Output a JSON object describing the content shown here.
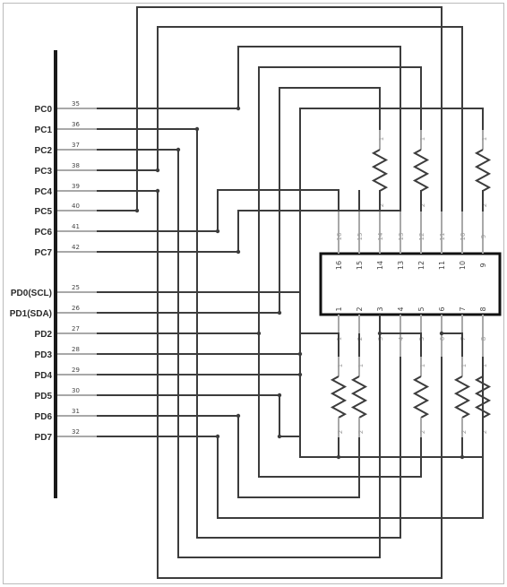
{
  "colors": {
    "wire": "#3c3c3c",
    "pin": "#a8a8a8",
    "text": "#2a2a2a",
    "border": "#bbbbbb"
  },
  "port_pins": [
    {
      "label": "PC0",
      "num": "35"
    },
    {
      "label": "PC1",
      "num": "36"
    },
    {
      "label": "PC2",
      "num": "37"
    },
    {
      "label": "PC3",
      "num": "38"
    },
    {
      "label": "PC4",
      "num": "39"
    },
    {
      "label": "PC5",
      "num": "40"
    },
    {
      "label": "PC6",
      "num": "41"
    },
    {
      "label": "PC7",
      "num": "42"
    },
    {
      "label": "PD0(SCL)",
      "num": "25"
    },
    {
      "label": "PD1(SDA)",
      "num": "26"
    },
    {
      "label": "PD2",
      "num": "27"
    },
    {
      "label": "PD3",
      "num": "28"
    },
    {
      "label": "PD4",
      "num": "29"
    },
    {
      "label": "PD5",
      "num": "30"
    },
    {
      "label": "PD6",
      "num": "31"
    },
    {
      "label": "PD7",
      "num": "32"
    }
  ],
  "ic": {
    "top_pins": [
      "16",
      "15",
      "14",
      "13",
      "12",
      "11",
      "10",
      "9"
    ],
    "bottom_pins": [
      "1",
      "2",
      "3",
      "4",
      "5",
      "6",
      "7",
      "8"
    ]
  },
  "resistor_pin_labels": [
    "1",
    "2"
  ]
}
